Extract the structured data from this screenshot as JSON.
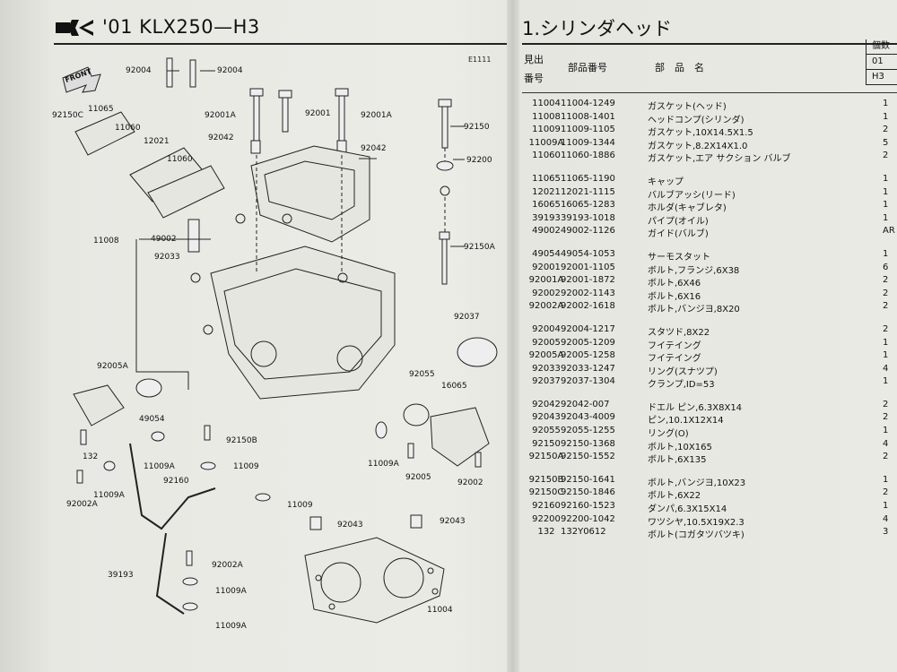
{
  "header": {
    "model_title": "'01 KLX250—H3",
    "section_title": "1.シリンダヘッド",
    "diagram_code": "E1111"
  },
  "table": {
    "col_ref_line1": "見出",
    "col_ref_line2": "番号",
    "col_partnum": "部品番号",
    "col_name": "部　品　名",
    "col_qty": "個数",
    "col_model_01": "01",
    "col_model_h3": "H3",
    "rows": [
      {
        "ref": "11004",
        "num": "11004-1249",
        "name": "ガスケット(ヘッド)",
        "qty": "1"
      },
      {
        "ref": "11008",
        "num": "11008-1401",
        "name": "ヘッドコンプ(シリンダ)",
        "qty": "1"
      },
      {
        "ref": "11009",
        "num": "11009-1105",
        "name": "ガスケット,10X14.5X1.5",
        "qty": "2"
      },
      {
        "ref": "11009A",
        "num": "11009-1344",
        "name": "ガスケット,8.2X14X1.0",
        "qty": "5"
      },
      {
        "ref": "11060",
        "num": "11060-1886",
        "name": "ガスケット,エア サクション バルブ",
        "qty": "2"
      },
      {
        "ref": "11065",
        "num": "11065-1190",
        "name": "キャップ",
        "qty": "1",
        "gap": true
      },
      {
        "ref": "12021",
        "num": "12021-1115",
        "name": "バルブアッシ(リード)",
        "qty": "1"
      },
      {
        "ref": "16065",
        "num": "16065-1283",
        "name": "ホルダ(キャブレタ)",
        "qty": "1"
      },
      {
        "ref": "39193",
        "num": "39193-1018",
        "name": "パイプ(オイル)",
        "qty": "1"
      },
      {
        "ref": "49002",
        "num": "49002-1126",
        "name": "ガイド(バルブ)",
        "qty": "AR"
      },
      {
        "ref": "49054",
        "num": "49054-1053",
        "name": "サーモスタット",
        "qty": "1",
        "gap": true
      },
      {
        "ref": "92001",
        "num": "92001-1105",
        "name": "ボルト,フランジ,6X38",
        "qty": "6"
      },
      {
        "ref": "92001A",
        "num": "92001-1872",
        "name": "ボルト,6X46",
        "qty": "2"
      },
      {
        "ref": "92002",
        "num": "92002-1143",
        "name": "ボルト,6X16",
        "qty": "2"
      },
      {
        "ref": "92002A",
        "num": "92002-1618",
        "name": "ボルト,バンジヨ,8X20",
        "qty": "2"
      },
      {
        "ref": "92004",
        "num": "92004-1217",
        "name": "スタツド,8X22",
        "qty": "2",
        "gap": true
      },
      {
        "ref": "92005",
        "num": "92005-1209",
        "name": "フイテイング",
        "qty": "1"
      },
      {
        "ref": "92005A",
        "num": "92005-1258",
        "name": "フイテイング",
        "qty": "1"
      },
      {
        "ref": "92033",
        "num": "92033-1247",
        "name": "リング(スナツプ)",
        "qty": "4"
      },
      {
        "ref": "92037",
        "num": "92037-1304",
        "name": "クランプ,ID=53",
        "qty": "1"
      },
      {
        "ref": "92042",
        "num": "92042-007",
        "name": "ドエル ピン,6.3X8X14",
        "qty": "2",
        "gap": true
      },
      {
        "ref": "92043",
        "num": "92043-4009",
        "name": "ピン,10.1X12X14",
        "qty": "2"
      },
      {
        "ref": "92055",
        "num": "92055-1255",
        "name": "リング(O)",
        "qty": "1"
      },
      {
        "ref": "92150",
        "num": "92150-1368",
        "name": "ボルト,10X165",
        "qty": "4"
      },
      {
        "ref": "92150A",
        "num": "92150-1552",
        "name": "ボルト,6X135",
        "qty": "2"
      },
      {
        "ref": "92150B",
        "num": "92150-1641",
        "name": "ボルト,バンジヨ,10X23",
        "qty": "1",
        "gap": true
      },
      {
        "ref": "92150C",
        "num": "92150-1846",
        "name": "ボルト,6X22",
        "qty": "2"
      },
      {
        "ref": "92160",
        "num": "92160-1523",
        "name": "ダンパ,6.3X15X14",
        "qty": "1"
      },
      {
        "ref": "92200",
        "num": "92200-1042",
        "name": "ワツシヤ,10.5X19X2.3",
        "qty": "4"
      },
      {
        "ref": "132",
        "num": "132Y0612",
        "name": "ボルト(コガタツバツキ)",
        "qty": "3"
      }
    ]
  },
  "diagram_labels": [
    {
      "t": "FRONT"
    },
    {
      "t": "92004"
    },
    {
      "t": "92004"
    },
    {
      "t": "92001A"
    },
    {
      "t": "92001"
    },
    {
      "t": "92001A"
    },
    {
      "t": "92150C"
    },
    {
      "t": "11065"
    },
    {
      "t": "11060"
    },
    {
      "t": "12021"
    },
    {
      "t": "11060"
    },
    {
      "t": "92042"
    },
    {
      "t": "92042"
    },
    {
      "t": "92150"
    },
    {
      "t": "92200"
    },
    {
      "t": "11008"
    },
    {
      "t": "49002"
    },
    {
      "t": "92033"
    },
    {
      "t": "92150A"
    },
    {
      "t": "92037"
    },
    {
      "t": "92005A"
    },
    {
      "t": "49054"
    },
    {
      "t": "92055"
    },
    {
      "t": "16065"
    },
    {
      "t": "132"
    },
    {
      "t": "92150B"
    },
    {
      "t": "11009A"
    },
    {
      "t": "11009"
    },
    {
      "t": "11009A"
    },
    {
      "t": "92005"
    },
    {
      "t": "92002"
    },
    {
      "t": "92002A"
    },
    {
      "t": "11009A"
    },
    {
      "t": "92160"
    },
    {
      "t": "11009"
    },
    {
      "t": "92043"
    },
    {
      "t": "92043"
    },
    {
      "t": "39193"
    },
    {
      "t": "92002A"
    },
    {
      "t": "11009A"
    },
    {
      "t": "11004"
    },
    {
      "t": "11009A"
    }
  ]
}
